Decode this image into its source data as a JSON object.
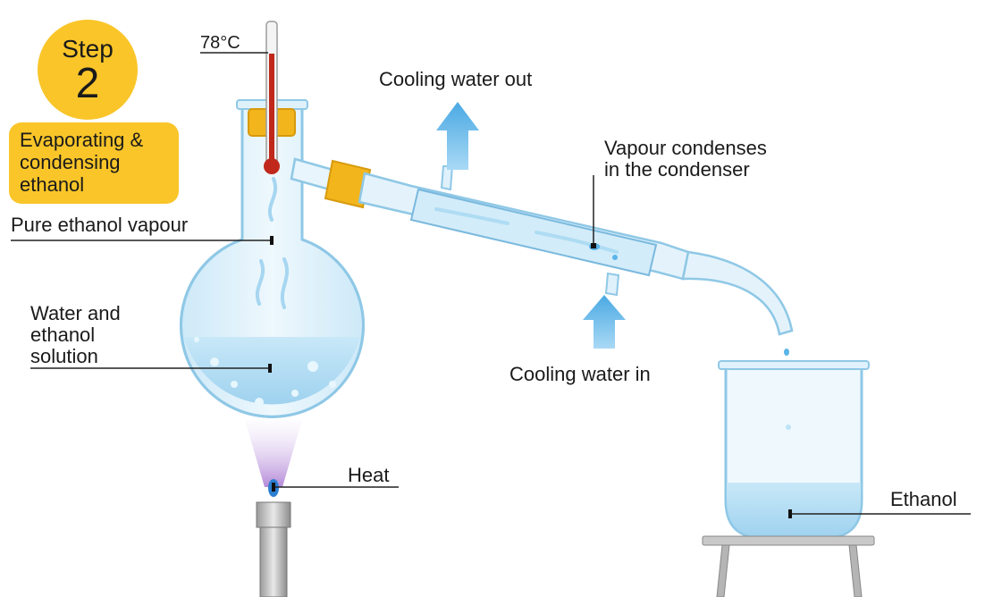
{
  "step": {
    "word": "Step",
    "number": "2"
  },
  "title_lines": [
    "Evaporating &",
    "condensing",
    "ethanol"
  ],
  "labels": {
    "temperature": "78°C",
    "cooling_out": "Cooling water out",
    "vapour_condenses_1": "Vapour condenses",
    "vapour_condenses_2": "in the condenser",
    "pure_vapour": "Pure ethanol vapour",
    "solution_1": "Water and",
    "solution_2": "ethanol",
    "solution_3": "solution",
    "cooling_in": "Cooling water in",
    "heat": "Heat",
    "ethanol": "Ethanol"
  },
  "colors": {
    "badge": "#f9c529",
    "glass": "#dff1fb",
    "glass_outline": "#8fc8e6",
    "liquid": "#bfe3f6",
    "water_arrow": "#5ab4e8",
    "thermometer": "#c0281c",
    "stopper": "#f2b61c",
    "burner": "#c9c9c9",
    "flame": "#b58ad8"
  }
}
